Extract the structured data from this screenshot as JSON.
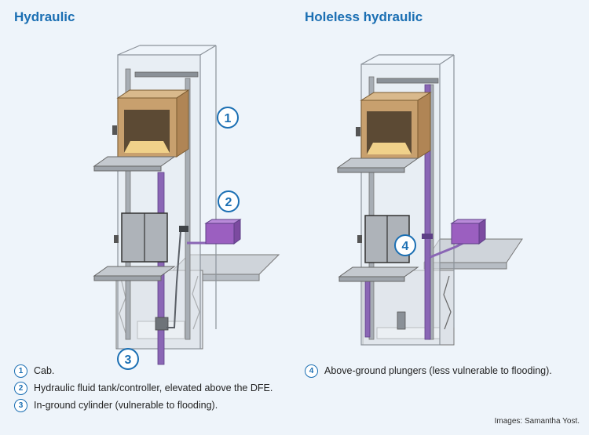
{
  "titles": {
    "left": "Hydraulic",
    "right": "Holeless hydraulic"
  },
  "callouts": [
    "1",
    "2",
    "3",
    "4"
  ],
  "legend_left": [
    {
      "num": "1",
      "text": "Cab."
    },
    {
      "num": "2",
      "text": "Hydraulic fluid tank/controller, elevated above the DFE."
    },
    {
      "num": "3",
      "text": "In-ground cylinder (vulnerable to flooding)."
    }
  ],
  "legend_right": [
    {
      "num": "4",
      "text": "Above-ground plungers (less vulnerable to flooding)."
    }
  ],
  "credit": "Images: Samantha Yost.",
  "colors": {
    "title": "#1b6fb3",
    "cab": "#c8a06e",
    "piston": "#8a66b5",
    "tank": "#9b5fc0",
    "shaft": "#dfe4ea"
  }
}
